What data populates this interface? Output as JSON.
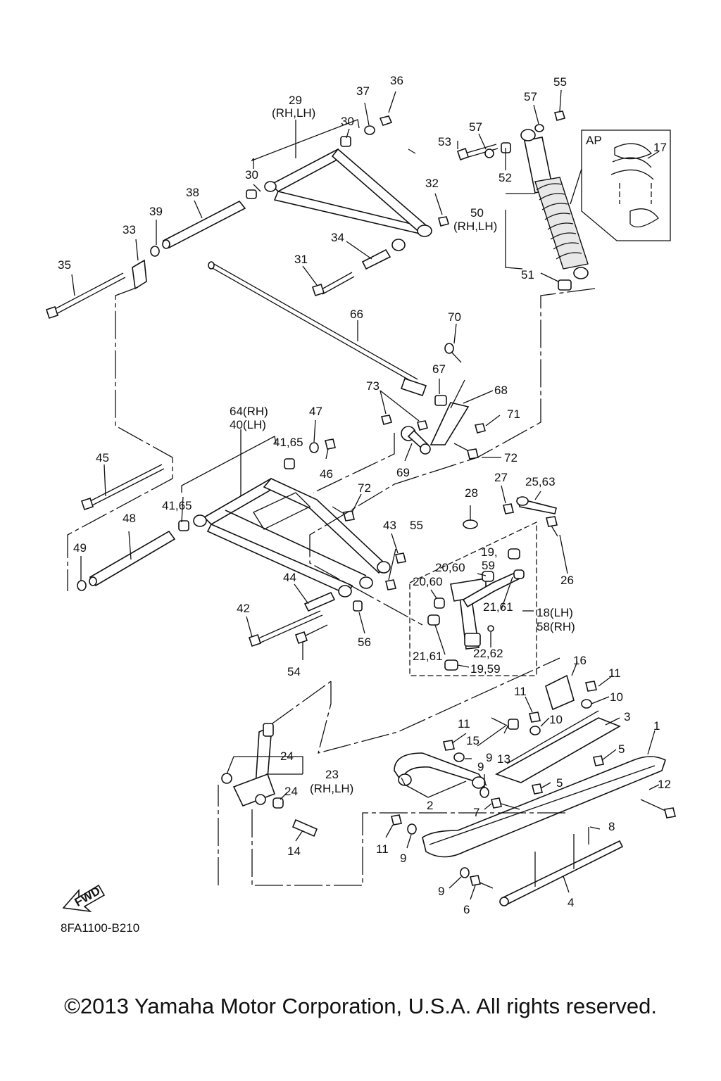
{
  "labels": {
    "l29": "29",
    "l29b": "(RH,LH)",
    "l37": "37",
    "l36": "36",
    "l30a": "30",
    "l30b": "30",
    "l38": "38",
    "l39": "39",
    "l33": "33",
    "l35": "35",
    "l32": "32",
    "l34": "34",
    "l31": "31",
    "l53": "53",
    "l57a": "57",
    "l57b": "57",
    "l55a": "55",
    "l52": "52",
    "l50": "50",
    "l50b": "(RH,LH)",
    "l51": "51",
    "lAP": "AP",
    "l17": "17",
    "l66": "66",
    "l70": "70",
    "l67": "67",
    "l68": "68",
    "l73": "73",
    "l71": "71",
    "l72a": "72",
    "l69": "69",
    "l64": "64(RH)",
    "l40": "40(LH)",
    "l47": "47",
    "l4165a": "41,65",
    "l46": "46",
    "l45": "45",
    "l72b": "72",
    "l4165b": "41,65",
    "l48": "48",
    "l49": "49",
    "l28": "28",
    "l27": "27",
    "l2563": "25,63",
    "l43": "43",
    "l55b": "55",
    "l1959a": "19,",
    "l2060a": "20,60",
    "l59a": "59",
    "l2060b": "20,60",
    "l26": "26",
    "l2161a": "21,61",
    "l18": "18(LH)",
    "l58": "58(RH)",
    "l44": "44",
    "l42": "42",
    "l56": "56",
    "l54": "54",
    "l2262": "22,62",
    "l2161b": "21,61",
    "l1959b": "19,59",
    "l16": "16",
    "l11a": "11",
    "l10a": "10",
    "l11b": "11",
    "l10b": "10",
    "l3": "3",
    "l1": "1",
    "l11c": "11",
    "l15": "15",
    "l9a": "9",
    "l13": "13",
    "l5a": "5",
    "l24a": "24",
    "l23": "23",
    "l23b": "(RH,LH)",
    "l24b": "24",
    "l9b": "9",
    "l5b": "5",
    "l12": "12",
    "l2": "2",
    "l7": "7",
    "l8": "8",
    "l14": "14",
    "l11d": "11",
    "l9c": "9",
    "l9d": "9",
    "l6": "6",
    "l4": "4"
  },
  "fwd_label": "FWD",
  "diagram_code": "8FA1100-B210",
  "copyright": "©2013 Yamaha Motor Corporation, U.S.A. All rights reserved."
}
